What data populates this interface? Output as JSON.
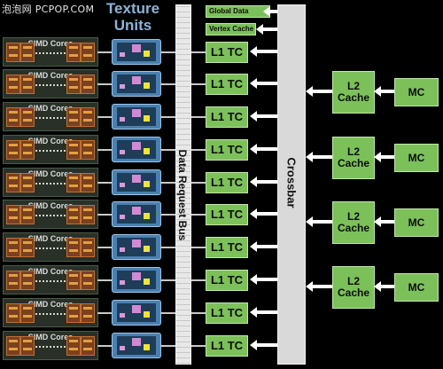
{
  "watermark": "泡泡网 PCPOP.COM",
  "texture_title": "Texture Units",
  "simd_label": "SIMD Cores",
  "bus_label": "Data Request Bus",
  "global_data_share": "Global Data Share",
  "vertex_cache": "Vertex Cache",
  "l1_label": "L1 TC",
  "crossbar_label": "Crossbar",
  "l2_label_line1": "L2",
  "l2_label_line2": "Cache",
  "mc_label": "MC",
  "colors": {
    "block_green": "#7cc05a",
    "texture_blue": "#4a80b0",
    "bus_gray": "#d9d9d9"
  }
}
